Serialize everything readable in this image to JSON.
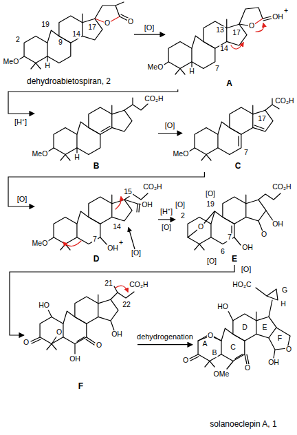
{
  "diagram": {
    "nodes": [
      {
        "text": [
          "dehydroabietospiran, 2"
        ]
      },
      {
        "text": [
          "A"
        ]
      },
      {
        "text": [
          "B"
        ]
      },
      {
        "text": [
          "C"
        ]
      },
      {
        "text": [
          "D"
        ]
      },
      {
        "text": [
          "E"
        ]
      },
      {
        "text": [
          "F"
        ]
      },
      {
        "text": [
          "solanoeclepin A, 1"
        ]
      }
    ],
    "edges": [
      {
        "from": 0,
        "to": 1,
        "arrow": "to",
        "label": "[O]"
      },
      {
        "from": 1,
        "to": 2,
        "arrow": "to",
        "label": "[H⁺]"
      },
      {
        "from": 2,
        "to": 3,
        "arrow": "to",
        "label": "[O]"
      },
      {
        "from": 3,
        "to": 4,
        "arrow": "to",
        "label": "[O]"
      },
      {
        "from": 4,
        "to": 5,
        "arrow": "to",
        "label": "[H⁺]"
      },
      {
        "from": 5,
        "to": 6,
        "arrow": "to",
        "label": "[O]"
      },
      {
        "from": 6,
        "to": 7,
        "arrow": "to",
        "label": "dehydrogenation"
      }
    ],
    "labels": [
      "19",
      "2",
      "9",
      "14",
      "17",
      "O",
      "O",
      "MeO",
      "H",
      "13",
      "17",
      "O",
      "OH",
      "+",
      "14",
      "7",
      "MeO",
      "H",
      "CO₂H",
      "MeO",
      "H",
      "CO₂H",
      "17",
      "7",
      "MeO",
      "15",
      "CO₂H",
      "OH",
      "14",
      "7",
      "OH",
      "+",
      "[O]",
      "MeO",
      "[O]",
      "[O]",
      "2",
      "[O]",
      "19",
      "O",
      "CO₂H",
      "7",
      "OH",
      "6",
      "[O]",
      "O",
      "OH",
      "21",
      "22",
      "CO₂H",
      "HO",
      "O",
      "O",
      "O",
      "OH",
      "OH",
      "HO₂C",
      "G",
      "H",
      "HO",
      "O",
      "O",
      "A",
      "B",
      "C",
      "D",
      "E",
      "OMe",
      "O",
      "OH",
      "F",
      "O"
    ]
  }
}
